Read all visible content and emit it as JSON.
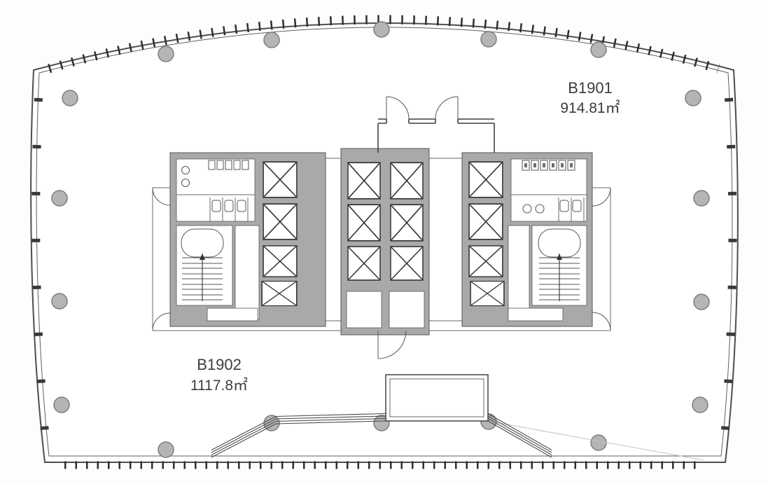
{
  "plan": {
    "units": [
      {
        "id": "B1901",
        "area": "914.81㎡"
      },
      {
        "id": "B1902",
        "area": "1117.8㎡"
      }
    ]
  },
  "colors": {
    "wall": "#a9a9a9",
    "column": "#b5b5b5",
    "line": "#3f3f3f",
    "background": "#fdfdfd"
  },
  "icons": {
    "elevator": "elevator-shaft-x-symbol",
    "stair": "stair-flight-symbol",
    "column": "structural-column",
    "door": "door-swing-arc",
    "mullion": "window-mullion-tick"
  }
}
